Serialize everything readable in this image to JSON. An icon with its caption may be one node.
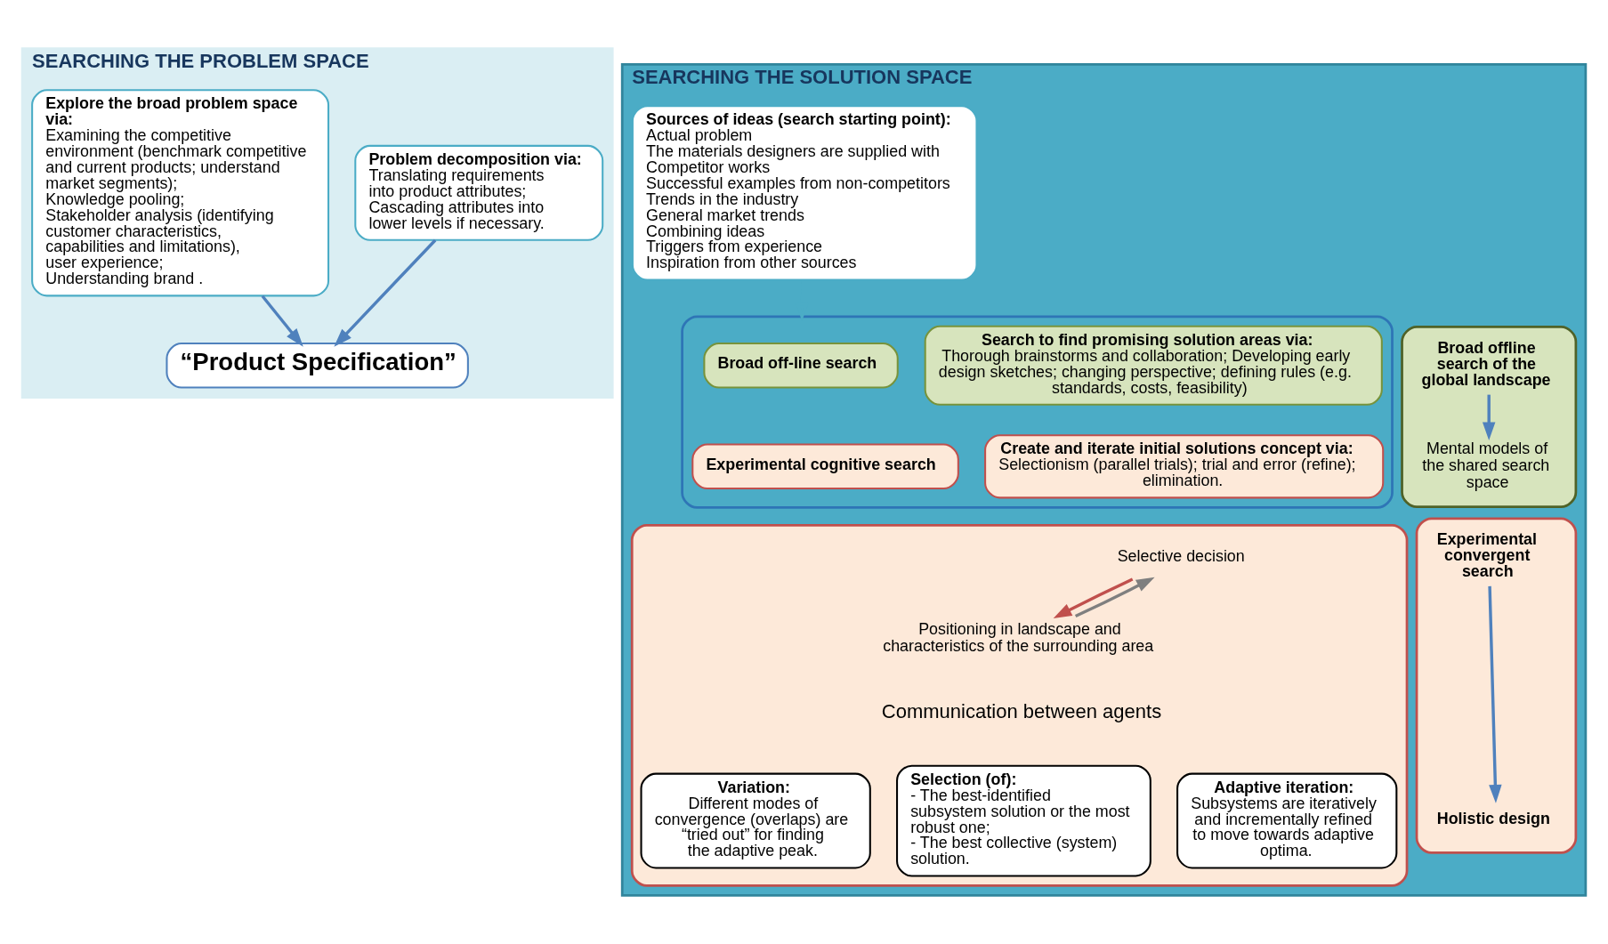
{
  "diagram": {
    "nodes": [
      {
        "text": [
          "SEARCHING THE PROBLEM SPACE"
        ]
      },
      {
        "text": [
          "Explore the broad problem space via:",
          "Examining the competitive environment (benchmark competitive and current products; understand market segments);",
          "Knowledge pooling;",
          "Stakeholder analysis (identifying customer characteristics, capabilities and limitations), user experience;",
          "Understanding brand ."
        ],
        "in": 0
      },
      {
        "text": [
          "Problem decomposition via:",
          "Translating requirements into product attributes;",
          "Cascading attributes into lower levels if necessary."
        ],
        "in": 0
      },
      {
        "text": [
          "“Product Specification”"
        ],
        "in": 0
      },
      {
        "text": [
          "SEARCHING THE SOLUTION SPACE"
        ]
      },
      {
        "text": [],
        "shape": "box",
        "in": 4
      },
      {
        "text": [
          "Broad offline search of the global landscape"
        ],
        "in": 5
      },
      {
        "text": [
          "Mental models of the shared search space"
        ],
        "in": 5
      },
      {
        "text": [
          "Sources of ideas (search starting point):",
          "Actual problem",
          "The materials designers are supplied with",
          "Competitor works",
          "Successful examples from non-competitors",
          "Trends in the industry",
          "General market trends",
          "Combining ideas",
          "Triggers from experience",
          "Inspiration from other sources"
        ],
        "in": 4
      },
      {
        "text": [],
        "shape": "box",
        "in": 4
      },
      {
        "text": [
          "Broad off-line search"
        ],
        "in": 9
      },
      {
        "text": [
          "Search to find promising solution areas via:",
          "Thorough brainstorms and collaboration; Developing early design sketches; changing perspective; defining rules (e.g. standards, costs, feasibility)"
        ],
        "in": 9
      },
      {
        "text": [
          "Experimental cognitive search"
        ],
        "in": 9
      },
      {
        "text": [
          "Create and iterate initial solutions concept via:",
          "Selectionism (parallel trials); trial and error (refine); elimination."
        ],
        "in": 9
      },
      {
        "text": [],
        "shape": "box",
        "in": 4
      },
      {
        "text": [
          "Experimental convergent search"
        ],
        "in": 14
      },
      {
        "text": [
          "Holistic design"
        ],
        "in": 14
      },
      {
        "text": [],
        "shape": "box",
        "in": 4
      },
      {
        "text": [
          "Selective decision"
        ],
        "in": 17
      },
      {
        "text": [
          "Positioning in landscape and characteristics of the surrounding area"
        ],
        "in": 17
      },
      {
        "text": [
          "Communication between agents"
        ],
        "in": 17
      },
      {
        "text": [
          "Variation:",
          "Different modes of convergence (overlaps) are “tried out” for finding the adaptive peak."
        ],
        "in": 17
      },
      {
        "text": [
          "Selection (of):",
          "- The best-identified subsystem solution or the most robust one;",
          "- The best collective (system) solution."
        ],
        "in": 17
      },
      {
        "text": [
          "Adaptive iteration:",
          "Subsystems are iteratively and incrementally refined to move towards adaptive optima."
        ],
        "in": 17
      }
    ],
    "edges": [
      {
        "from": 1,
        "to": 3,
        "arrow": "to"
      },
      {
        "from": 2,
        "to": 3,
        "arrow": "to"
      },
      {
        "from": 6,
        "to": 7,
        "arrow": "to"
      },
      {
        "from": 8,
        "to": 9,
        "arrow": "to",
        "color": "#4bacc6"
      },
      {
        "from": 15,
        "to": 16,
        "arrow": "to"
      },
      {
        "from": 18,
        "to": 19,
        "arrow": "to",
        "color": "#c0504d"
      },
      {
        "from": 19,
        "to": 18,
        "arrow": "to",
        "color": "#7f7f7f"
      }
    ]
  }
}
